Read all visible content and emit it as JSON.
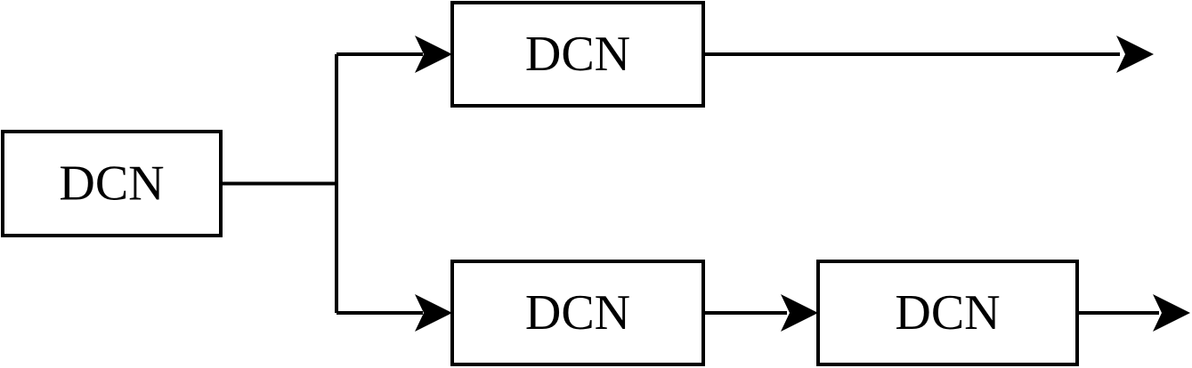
{
  "nodes": [
    {
      "id": "left",
      "label": "DCN"
    },
    {
      "id": "top",
      "label": "DCN"
    },
    {
      "id": "bottom-1",
      "label": "DCN"
    },
    {
      "id": "bottom-2",
      "label": "DCN"
    }
  ],
  "edges": [
    {
      "from": "left",
      "to": "top"
    },
    {
      "from": "left",
      "to": "bottom-1"
    },
    {
      "from": "bottom-1",
      "to": "bottom-2"
    },
    {
      "from": "top",
      "to": "output"
    },
    {
      "from": "bottom-2",
      "to": "output"
    }
  ]
}
